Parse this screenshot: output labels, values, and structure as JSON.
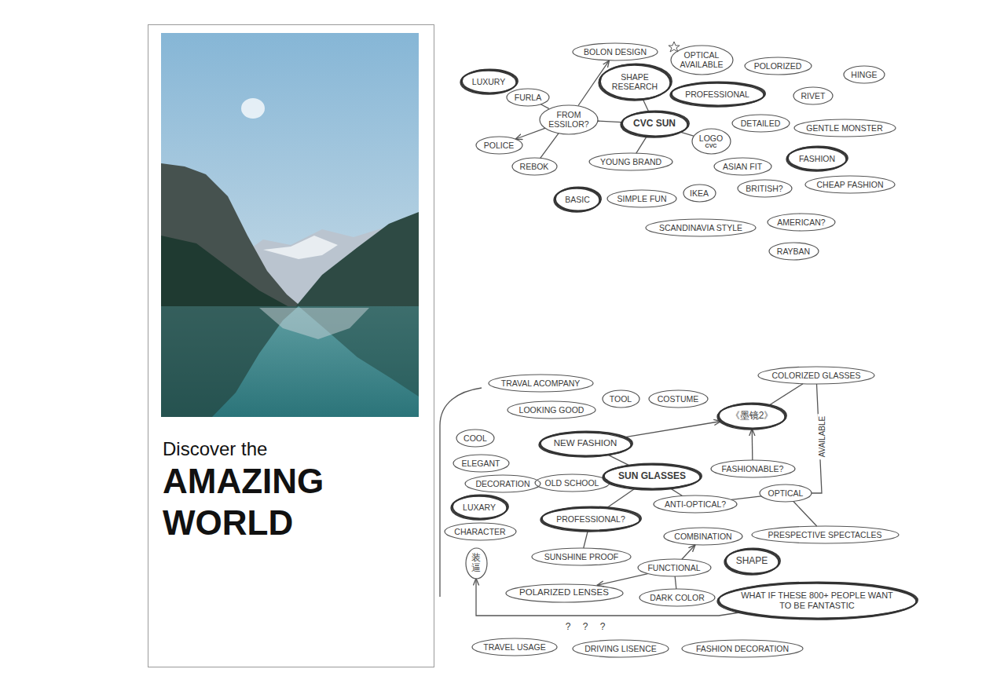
{
  "diagram": {
    "nodes": [
      {
        "text": [
          "Discover the",
          "AMAZING WORLD"
        ]
      },
      {
        "text": [
          "BOLON DESIGN"
        ]
      },
      {
        "text": [
          "OPTICAL AVAILABLE"
        ]
      },
      {
        "text": [
          "POLORIZED"
        ]
      },
      {
        "text": [
          "HINGE"
        ]
      },
      {
        "text": [
          "LUXURY"
        ]
      },
      {
        "text": [
          "SHAPE RESEARCH"
        ]
      },
      {
        "text": [
          "PROFESSIONAL"
        ]
      },
      {
        "text": [
          "RIVET"
        ]
      },
      {
        "text": [
          "FURLA"
        ]
      },
      {
        "text": [
          "FROM ESSILOR?"
        ]
      },
      {
        "text": [
          "CVC SUN"
        ]
      },
      {
        "text": [
          "DETAILED"
        ]
      },
      {
        "text": [
          "GENTLE MONSTER"
        ]
      },
      {
        "text": [
          "POLICE"
        ]
      },
      {
        "text": [
          "LOGO",
          "CVC"
        ]
      },
      {
        "text": [
          "REBOK"
        ]
      },
      {
        "text": [
          "YOUNG BRAND"
        ]
      },
      {
        "text": [
          "ASIAN FIT"
        ]
      },
      {
        "text": [
          "FASHION"
        ]
      },
      {
        "text": [
          "BASIC"
        ]
      },
      {
        "text": [
          "SIMPLE FUN"
        ]
      },
      {
        "text": [
          "IKEA"
        ]
      },
      {
        "text": [
          "BRITISH?"
        ]
      },
      {
        "text": [
          "CHEAP FASHION"
        ]
      },
      {
        "text": [
          "SCANDINAVIA STYLE"
        ]
      },
      {
        "text": [
          "AMERICAN?"
        ]
      },
      {
        "text": [
          "RAYBAN"
        ]
      },
      {
        "text": [
          "TRAVAL ACOMPANY"
        ]
      },
      {
        "text": [
          "COLORIZED GLASSES"
        ]
      },
      {
        "text": [
          "LOOKING GOOD"
        ]
      },
      {
        "text": [
          "TOOL"
        ]
      },
      {
        "text": [
          "COSTUME"
        ]
      },
      {
        "text": [
          "《墨镜2》"
        ]
      },
      {
        "text": [
          "COOL"
        ]
      },
      {
        "text": [
          "ELEGANT"
        ]
      },
      {
        "text": [
          "NEW FASHION"
        ]
      },
      {
        "text": [
          "DECORATION"
        ]
      },
      {
        "text": [
          "OLD SCHOOL"
        ]
      },
      {
        "text": [
          "SUN GLASSES"
        ]
      },
      {
        "text": [
          "FASHIONABLE?"
        ]
      },
      {
        "text": [
          "LUXARY"
        ]
      },
      {
        "text": [
          "ANTI-OPTICAL?"
        ]
      },
      {
        "text": [
          "OPTICAL"
        ]
      },
      {
        "text": [
          "CHARACTER"
        ]
      },
      {
        "text": [
          "PROFESSIONAL?"
        ]
      },
      {
        "text": [
          "COMBINATION"
        ]
      },
      {
        "text": [
          "PRESPECTIVE SPECTACLES"
        ]
      },
      {
        "text": [
          "装逼"
        ]
      },
      {
        "text": [
          "SUNSHINE PROOF"
        ]
      },
      {
        "text": [
          "FUNCTIONAL"
        ]
      },
      {
        "text": [
          "SHAPE"
        ]
      },
      {
        "text": [
          "POLARIZED LENSES"
        ]
      },
      {
        "text": [
          "DARK COLOR"
        ]
      },
      {
        "text": [
          "WHAT IF THESE 800+ PEOPLE WANT TO BE FANTASTIC"
        ]
      },
      {
        "text": [
          "TRAVEL USAGE"
        ]
      },
      {
        "text": [
          "DRIVING LISENCE"
        ]
      },
      {
        "text": [
          "FASHION DECORATION"
        ]
      }
    ],
    "edges": [
      {
        "from": 11,
        "to": 10,
        "arrow": "none"
      },
      {
        "from": 10,
        "to": 1,
        "arrow": "to"
      },
      {
        "from": 10,
        "to": 9,
        "arrow": "none"
      },
      {
        "from": 10,
        "to": 14,
        "arrow": "to"
      },
      {
        "from": 10,
        "to": 16,
        "arrow": "none"
      },
      {
        "from": 11,
        "to": 6,
        "arrow": "none"
      },
      {
        "from": 11,
        "to": 17,
        "arrow": "none"
      },
      {
        "from": 11,
        "to": 15,
        "arrow": "none"
      },
      {
        "from": 36,
        "to": 33,
        "arrow": "to"
      },
      {
        "from": 39,
        "to": 36,
        "arrow": "none"
      },
      {
        "from": 39,
        "to": 38,
        "arrow": "none"
      },
      {
        "from": 39,
        "to": 42,
        "arrow": "none"
      },
      {
        "from": 39,
        "to": 45,
        "arrow": "none"
      },
      {
        "from": 42,
        "to": 43,
        "arrow": "none"
      },
      {
        "from": 43,
        "to": 29,
        "label": "AVAILABLE",
        "arrow": "none"
      },
      {
        "from": 40,
        "to": 33,
        "arrow": "to"
      },
      {
        "from": 43,
        "to": 47,
        "arrow": "none"
      },
      {
        "from": 45,
        "to": 49,
        "arrow": "none"
      },
      {
        "from": 50,
        "to": 46,
        "arrow": "to"
      },
      {
        "from": 50,
        "to": 52,
        "arrow": "to"
      },
      {
        "from": 50,
        "to": 53,
        "arrow": "none"
      },
      {
        "from": 29,
        "to": 33,
        "arrow": "none"
      },
      {
        "from": 54,
        "to": 48,
        "arrow": "to"
      }
    ],
    "labels": [
      "? ? ?"
    ]
  }
}
